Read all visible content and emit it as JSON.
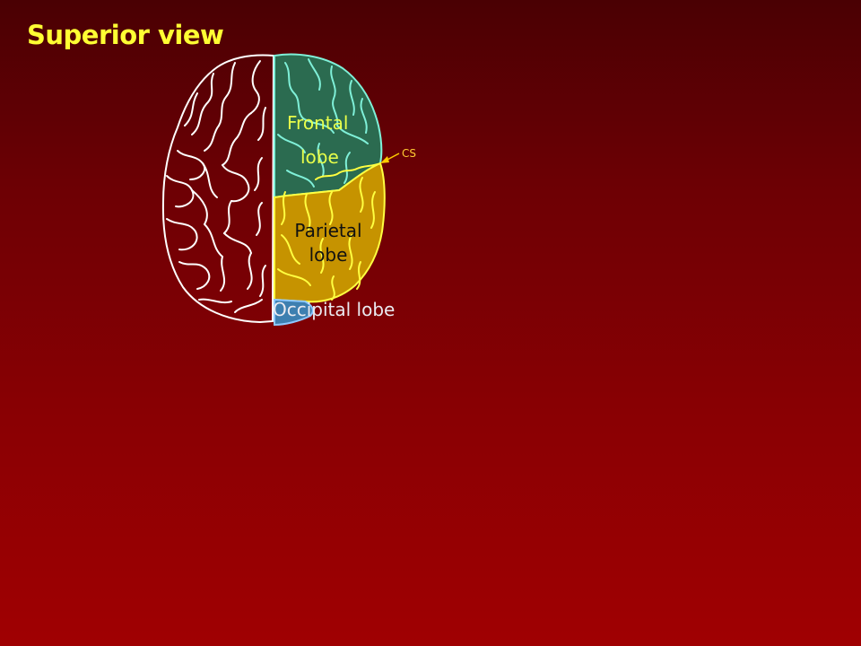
{
  "title": "Superior view",
  "labels": {
    "frontal_line1": "Frontal",
    "frontal_line2": "lobe",
    "parietal_line1": "Parietal",
    "parietal_line2": "lobe",
    "occipital": "Occipital lobe",
    "cs": "CS"
  },
  "colors": {
    "background_top": "#4a0003",
    "background_bottom": "#a00002",
    "title": "#ffff33",
    "frontal_fill": "#2b6b50",
    "frontal_outline": "#7ff0d8",
    "parietal_fill": "#c69300",
    "parietal_outline": "#ffff40",
    "occipital_fill": "#3d7fb0",
    "outline_left": "#ffffff",
    "cs_arrow": "#ffcc00"
  }
}
